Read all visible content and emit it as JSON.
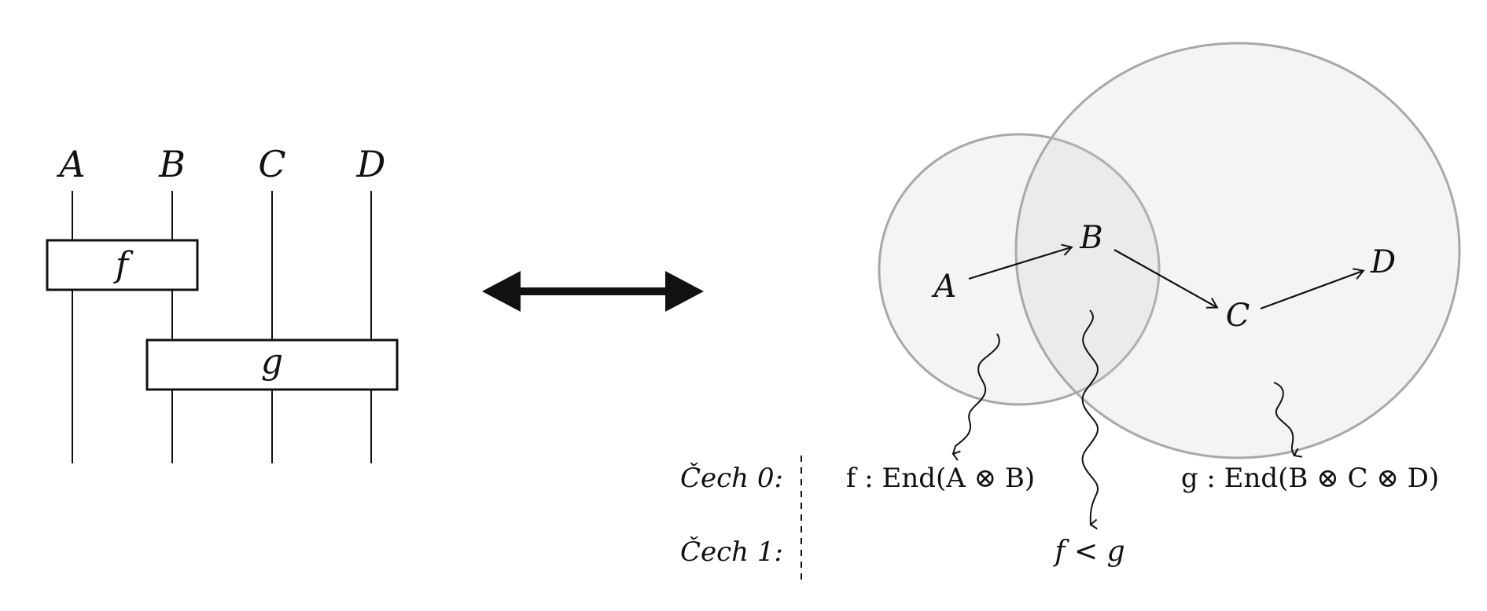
{
  "string_diagram": {
    "wires": [
      {
        "label": "A"
      },
      {
        "label": "B"
      },
      {
        "label": "C"
      },
      {
        "label": "D"
      }
    ],
    "boxes": [
      {
        "label": "f"
      },
      {
        "label": "g"
      }
    ]
  },
  "equivalence_arrow": {
    "direction": "bidirectional"
  },
  "cech_diagram": {
    "nodes": [
      "A",
      "B",
      "C",
      "D"
    ],
    "rows": [
      {
        "label": "Čech 0:"
      },
      {
        "label": "Čech 1:"
      }
    ],
    "cech0_f": "f : End(A ⊗ B)",
    "cech0_g": "g : End(B ⊗ C ⊗ D)",
    "cech1": "f < g"
  },
  "colors": {
    "ink": "#111111",
    "region_fill": "#cfcfcf",
    "region_stroke": "#a8a8a8"
  }
}
